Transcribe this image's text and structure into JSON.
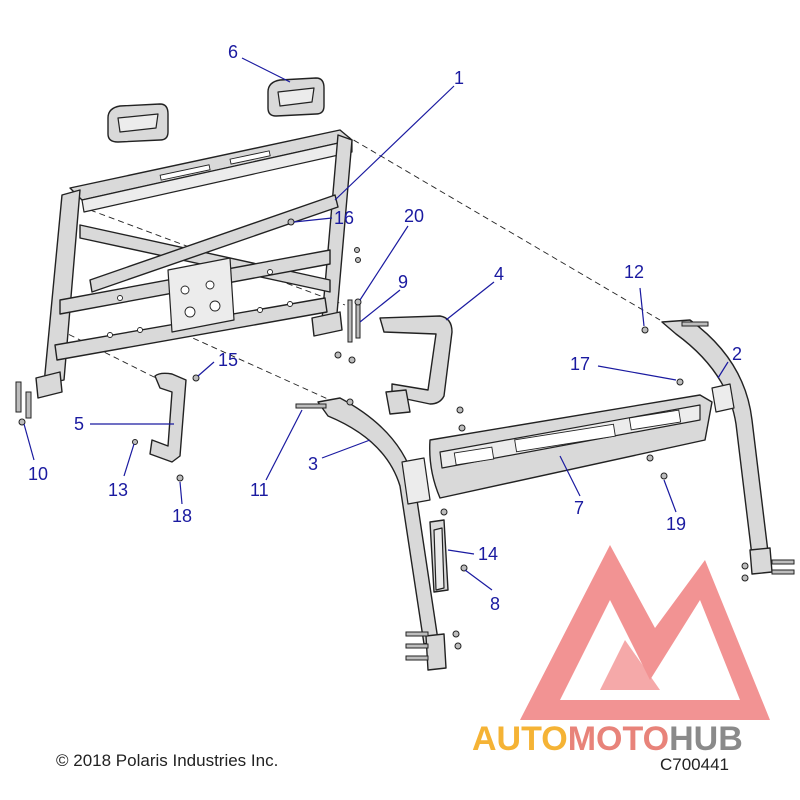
{
  "callouts": [
    {
      "label": "1"
    },
    {
      "label": "2"
    },
    {
      "label": "3"
    },
    {
      "label": "4"
    },
    {
      "label": "5"
    },
    {
      "label": "6"
    },
    {
      "label": "7"
    },
    {
      "label": "8"
    },
    {
      "label": "9"
    },
    {
      "label": "10"
    },
    {
      "label": "11"
    },
    {
      "label": "12"
    },
    {
      "label": "13"
    },
    {
      "label": "14"
    },
    {
      "label": "15"
    },
    {
      "label": "16"
    },
    {
      "label": "17"
    },
    {
      "label": "18"
    },
    {
      "label": "19"
    },
    {
      "label": "20"
    }
  ],
  "footer": {
    "copyright": "© 2018 Polaris Industries Inc.",
    "diagram_code": "C700441"
  },
  "watermark": {
    "part_a": "AUTO",
    "part_b": "MOTO",
    "part_c": "HUB",
    "color_a": "#f5b335",
    "color_b": "#e8837a",
    "color_c": "#8a8a8a",
    "logo_color": "#ee6f6f"
  },
  "colors": {
    "callout": "#1a1aa0",
    "line_art": "#222222"
  }
}
